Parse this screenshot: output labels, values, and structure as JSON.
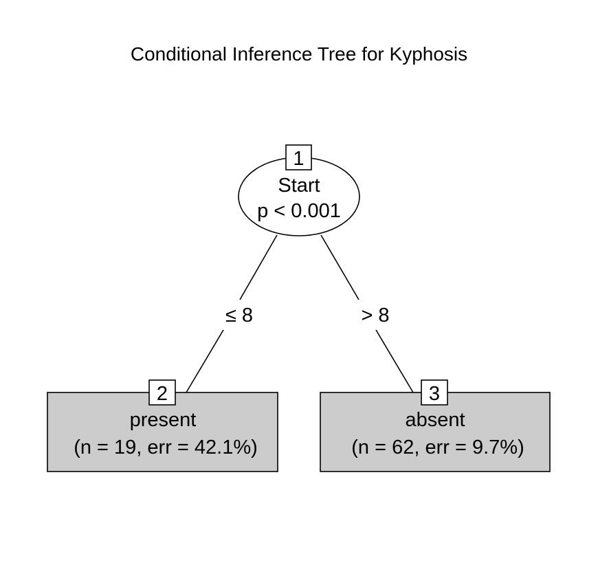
{
  "title": "Conditional Inference Tree for Kyphosis",
  "tree": {
    "root": {
      "id": "1",
      "variable": "Start",
      "p_value": "p < 0.001"
    },
    "edges": [
      {
        "label": "≤ 8",
        "from": "1",
        "to": "2"
      },
      {
        "label": "> 8",
        "from": "1",
        "to": "3"
      }
    ],
    "leaves": [
      {
        "id": "2",
        "label": "present",
        "stats": "(n = 19, err = 42.1%)",
        "n": 19,
        "err_pct": 42.1
      },
      {
        "id": "3",
        "label": "absent",
        "stats": "(n = 62, err = 9.7%)",
        "n": 62,
        "err_pct": 9.7
      }
    ]
  },
  "colors": {
    "leaf_fill": "#cccccc",
    "stroke": "#000000",
    "background": "#ffffff"
  }
}
